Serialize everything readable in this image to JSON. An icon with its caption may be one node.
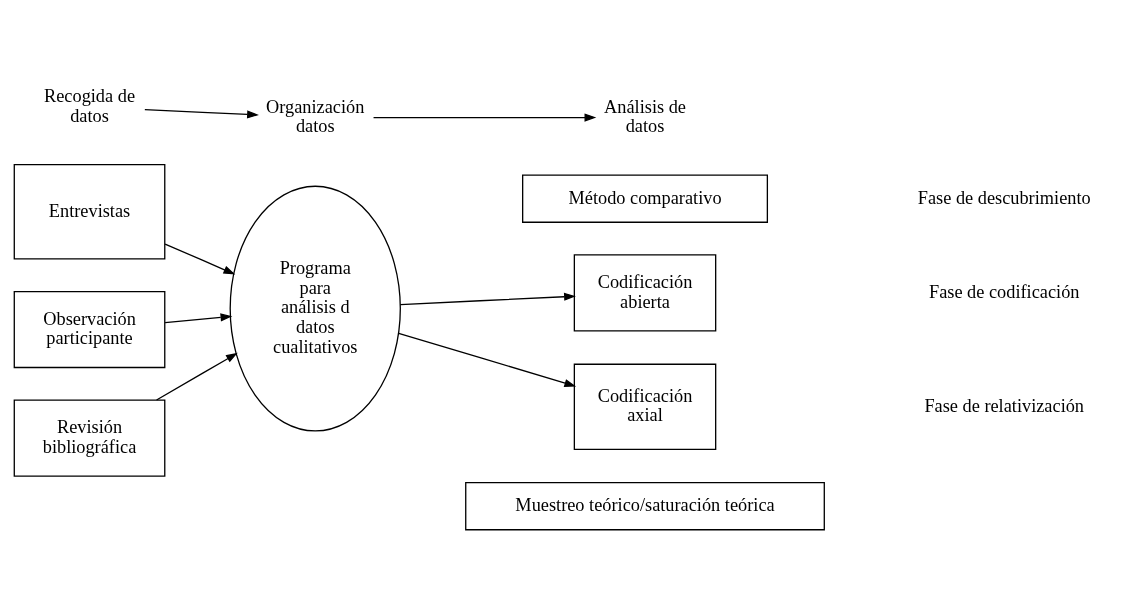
{
  "diagram": {
    "nodes": [
      {
        "text": [
          "Recogida de datos"
        ]
      },
      {
        "text": [
          "Organización datos"
        ]
      },
      {
        "text": [
          "Análisis de datos"
        ]
      },
      {
        "text": [
          "Entrevistas"
        ]
      },
      {
        "text": [
          "Observación participante"
        ]
      },
      {
        "text": [
          "Revisión bibliográfica"
        ]
      },
      {
        "text": [
          "Programa para análisis d datos cualitativos"
        ]
      },
      {
        "text": [
          "Método comparativo"
        ]
      },
      {
        "text": [
          "Codificación abierta"
        ]
      },
      {
        "text": [
          "Codificación axial"
        ]
      },
      {
        "text": [
          "Muestreo teórico/saturación teórica"
        ]
      }
    ],
    "edges": [
      {
        "from": 0,
        "to": 1,
        "arrow": "to"
      },
      {
        "from": 1,
        "to": 2,
        "arrow": "to"
      },
      {
        "from": 3,
        "to": 6,
        "arrow": "to"
      },
      {
        "from": 4,
        "to": 6,
        "arrow": "to"
      },
      {
        "from": 5,
        "to": 6,
        "arrow": "to"
      },
      {
        "from": 6,
        "to": 8,
        "arrow": "to"
      },
      {
        "from": 6,
        "to": 9,
        "arrow": "to"
      }
    ],
    "labels": [
      "Fase de descubrimiento",
      "Fase de codificación",
      "Fase de relativización"
    ]
  }
}
